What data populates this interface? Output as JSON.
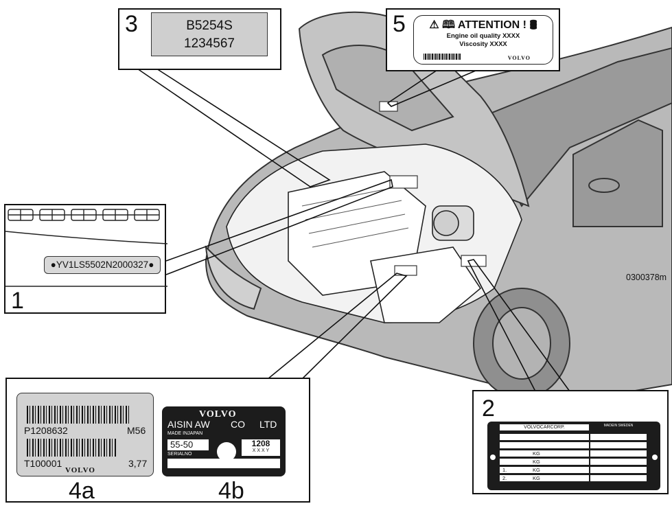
{
  "callouts": {
    "c1": {
      "number": "1",
      "vin": "YV1LS5502N2000327"
    },
    "c2": {
      "number": "2",
      "header_left": "VOLVOCARCORP.",
      "header_right": "MADEIN SWEDEN",
      "rows": [
        "",
        "",
        "KG",
        "KG",
        "KG",
        "KG"
      ],
      "row_prefixes": [
        "",
        "",
        "",
        "",
        "1.",
        "2."
      ]
    },
    "c3": {
      "number": "3",
      "engine_type": "B5254S",
      "serial": "1234567"
    },
    "c4": {
      "number_a": "4a",
      "number_b": "4b",
      "tag_a": {
        "part_no": "P1208632",
        "code": "M56",
        "serial": "T100001",
        "ratio": "3,77",
        "brand": "VOLVO"
      },
      "tag_b": {
        "brand": "VOLVO",
        "maker_left": "AISIN AW",
        "maker_mid": "CO",
        "maker_right": "LTD",
        "made_in": "MADE  INJAPAN",
        "model": "55-50",
        "code": "1208",
        "code_sub": "X X X Y",
        "serial_label": "SERIALNO"
      }
    },
    "c5": {
      "number": "5",
      "title": "ATTENTION !",
      "line1": "Engine oil quality XXXX",
      "line2": "Viscosity XXXX",
      "brand": "VOLVO"
    }
  },
  "figure_code": "0300378m",
  "icons": [
    "warning-triangle-icon",
    "manual-book-icon",
    "oil-can-icon",
    "barcode-icon",
    "rivet-icon"
  ]
}
